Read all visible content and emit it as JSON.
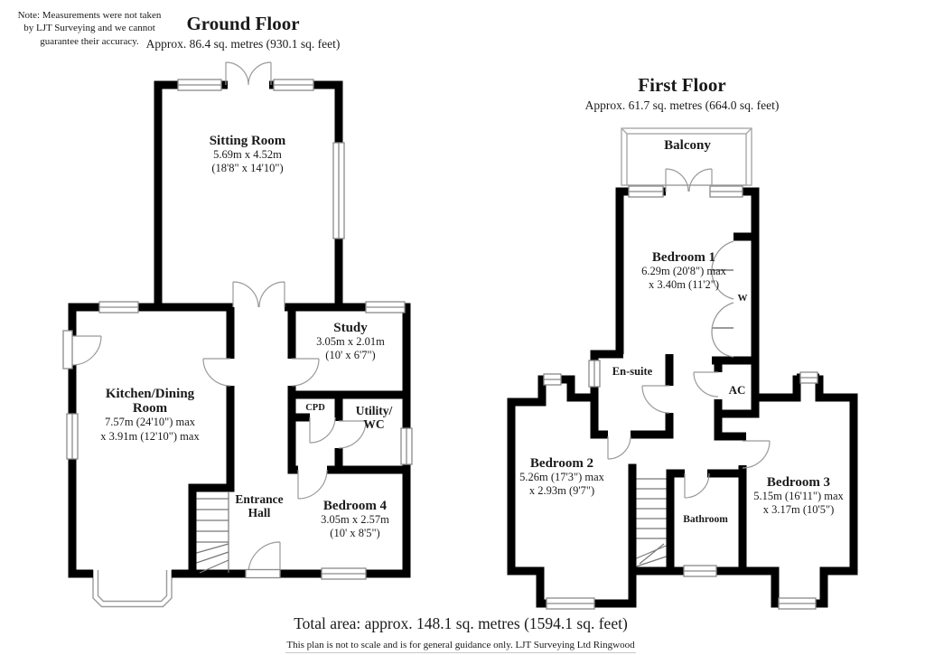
{
  "note": {
    "line1": "Note: Measurements were not taken",
    "line2": "by LJT Surveying and we cannot",
    "line3": "guarantee their accuracy."
  },
  "ground_floor": {
    "title": "Ground Floor",
    "area": "Approx. 86.4 sq. metres (930.1 sq. feet)",
    "rooms": {
      "sitting": {
        "name": "Sitting Room",
        "dim1": "5.69m x 4.52m",
        "dim2": "(18'8\" x 14'10\")"
      },
      "kitchen": {
        "name": "Kitchen/Dining Room",
        "dim1": "7.57m (24'10\") max",
        "dim2": "x 3.91m (12'10\") max"
      },
      "study": {
        "name": "Study",
        "dim1": "3.05m x 2.01m",
        "dim2": "(10' x 6'7\")"
      },
      "cpd": {
        "name": "CPD"
      },
      "utility": {
        "name": "Utility/ WC"
      },
      "hall": {
        "name": "Entrance Hall"
      },
      "bedroom4": {
        "name": "Bedroom 4",
        "dim1": "3.05m x 2.57m",
        "dim2": "(10' x 8'5\")"
      }
    }
  },
  "first_floor": {
    "title": "First Floor",
    "area": "Approx. 61.7 sq. metres (664.0 sq. feet)",
    "rooms": {
      "balcony": {
        "name": "Balcony"
      },
      "bedroom1": {
        "name": "Bedroom 1",
        "dim1": "6.29m (20'8\") max",
        "dim2": "x 3.40m (11'2\")"
      },
      "wardrobe": {
        "name": "W"
      },
      "ensuite": {
        "name": "En-suite"
      },
      "ac": {
        "name": "AC"
      },
      "bedroom2": {
        "name": "Bedroom 2",
        "dim1": "5.26m (17'3\") max",
        "dim2": "x 2.93m (9'7\")"
      },
      "bathroom": {
        "name": "Bathroom"
      },
      "bedroom3": {
        "name": "Bedroom 3",
        "dim1": "5.15m (16'11\") max",
        "dim2": "x 3.17m (10'5\")"
      }
    }
  },
  "footer": {
    "total": "Total area: approx. 148.1 sq. metres (1594.1 sq. feet)",
    "disclaimer": "This plan is not to scale and is for general guidance only. LJT Surveying Ltd Ringwood"
  },
  "colors": {
    "wall": "#000000",
    "window_stroke": "#8a8a8a",
    "door_stroke": "#9a9a9a",
    "bay_stroke": "#9a9a9a"
  }
}
